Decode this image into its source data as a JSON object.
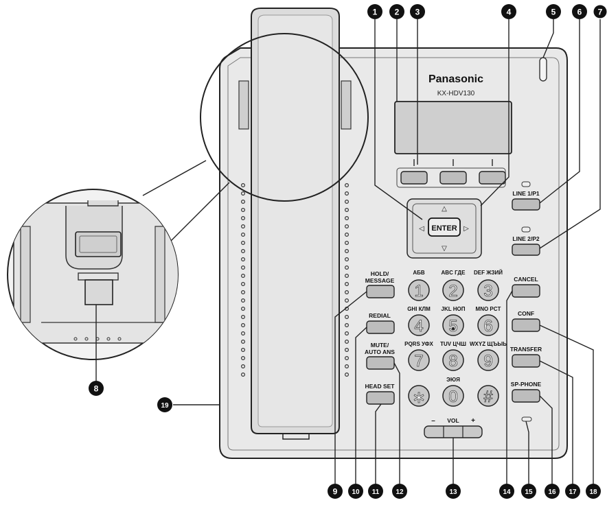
{
  "brand": "Panasonic",
  "model": "KX-HDV130",
  "enter_label": "ENTER",
  "line1_label": "LINE 1/P1",
  "line2_label": "LINE 2/P2",
  "hold_label_1": "HOLD/",
  "hold_label_2": "MESSAGE",
  "redial_label": "REDIAL",
  "mute_label_1": "MUTE/",
  "mute_label_2": "AUTO ANS",
  "headset_label": "HEAD SET",
  "cancel_label": "CANCEL",
  "conf_label": "CONF",
  "transfer_label": "TRANSFER",
  "spphone_label": "SP-PHONE",
  "vol_label": "VOL",
  "vol_minus": "–",
  "vol_plus": "+",
  "nav_up": "△",
  "nav_down": "▽",
  "nav_left": "◁",
  "nav_right": "▷",
  "keys": [
    {
      "digit": "1",
      "top": "АБВ"
    },
    {
      "digit": "2",
      "top": "ABC  ГДЕ"
    },
    {
      "digit": "3",
      "top": "DEF  ЖЗИЙ"
    },
    {
      "digit": "4",
      "top": "GHI  КЛМ"
    },
    {
      "digit": "5",
      "top": "JKL  НОП"
    },
    {
      "digit": "6",
      "top": "MNO  PCT"
    },
    {
      "digit": "7",
      "top": "PQRS  УФХ"
    },
    {
      "digit": "8",
      "top": "TUV  ЦЧШ"
    },
    {
      "digit": "9",
      "top": "WXYZ  ЩЪЫЬ"
    },
    {
      "digit": "∗",
      "top": ""
    },
    {
      "digit": "0",
      "top": "ЭЮЯ"
    },
    {
      "digit": "#",
      "top": ""
    }
  ],
  "callouts": [
    "1",
    "2",
    "3",
    "4",
    "5",
    "6",
    "7",
    "8",
    "9",
    "10",
    "11",
    "12",
    "13",
    "14",
    "15",
    "16",
    "17",
    "18",
    "19"
  ]
}
